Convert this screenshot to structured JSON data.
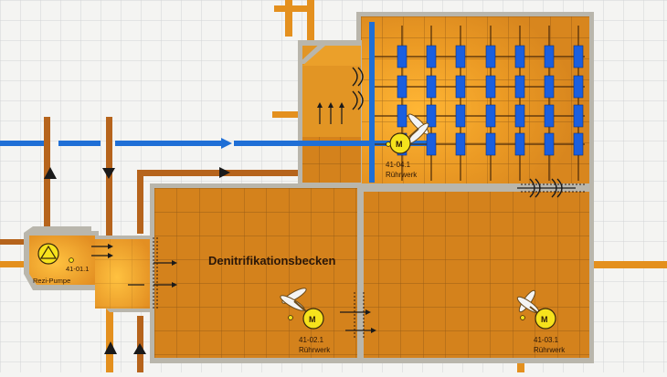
{
  "colors": {
    "background": "#f4f4f2",
    "tank_fill": "#d4821c",
    "tank_glow": "#f0a52a",
    "tank_wall": "#b9b6ac",
    "pipe_orange": "#e4901e",
    "pipe_dark": "#b6641c",
    "pipe_blue": "#1f6fd6",
    "diffuser_blue": "#1a5fe0",
    "motor_yellow": "#f6e21c",
    "text_dark": "#2b1708"
  },
  "labels": {
    "basin_title": "Denitrifikationsbecken",
    "recirc_pump_tag": "41-01.1",
    "recirc_pump_name": "Rezi-Pumpe",
    "mixer_top_tag": "41-04.1",
    "mixer_top_name": "Rührwerk",
    "mixer_left_tag": "41-02.1",
    "mixer_left_name": "Rührwerk",
    "mixer_right_tag": "41-03.1",
    "mixer_right_name": "Rührwerk",
    "motor_letter": "M"
  },
  "icons": [
    "pump-icon",
    "motor-icon",
    "propeller-icon",
    "flow-arrow-icon",
    "diffuser-icon",
    "gate-icon"
  ]
}
